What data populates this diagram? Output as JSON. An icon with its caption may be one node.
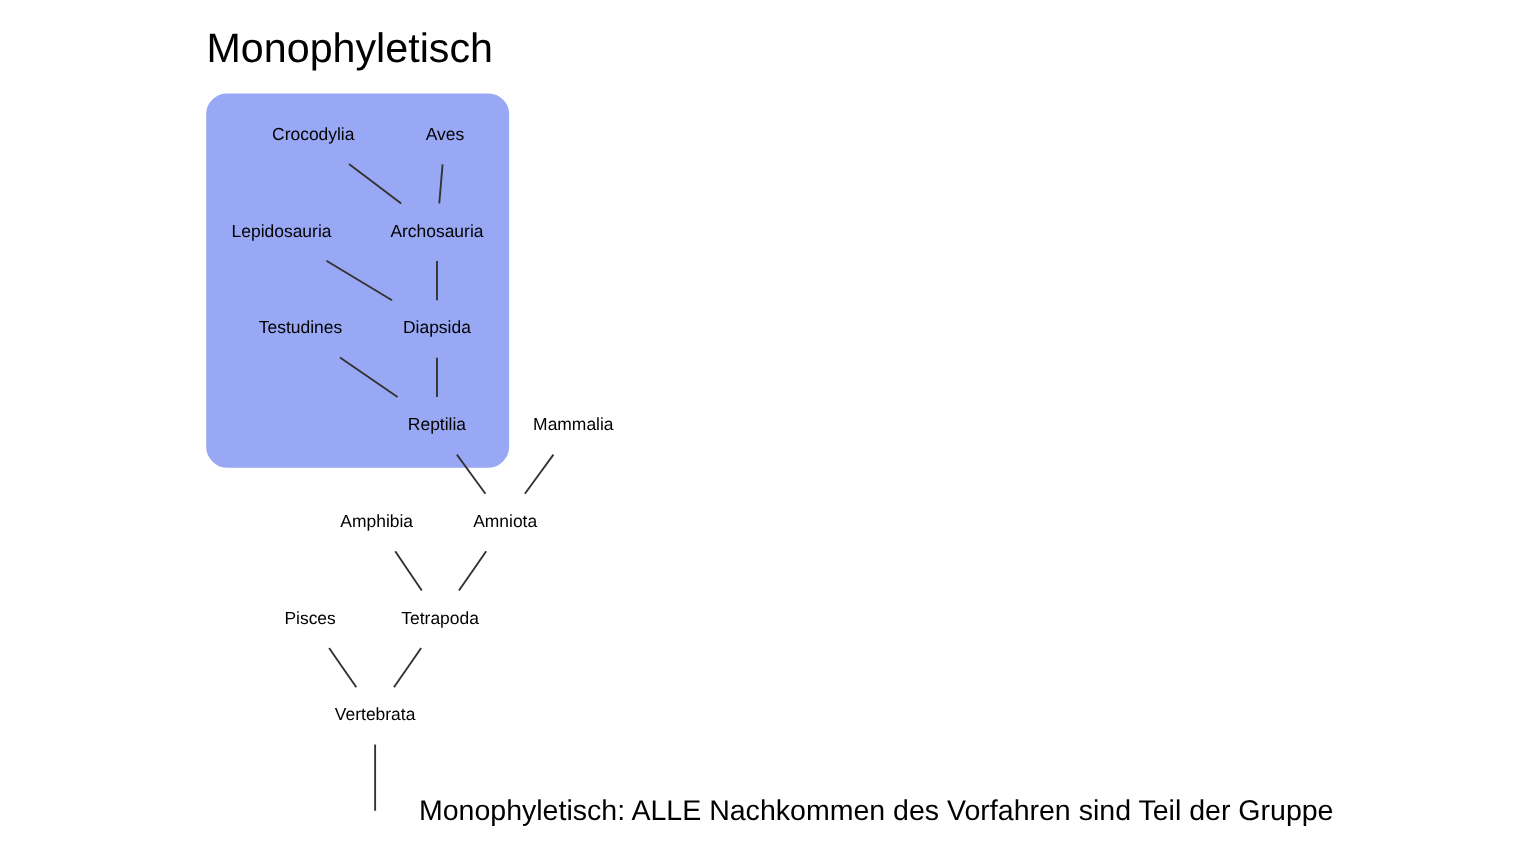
{
  "diagram": {
    "title": "Monophyletisch",
    "nodes": [
      {
        "text": [],
        "shape": "ellipse"
      },
      {
        "text": [
          "Pisces"
        ]
      },
      {
        "text": [
          "Amphibia"
        ]
      },
      {
        "text": [
          "Mammalia"
        ]
      },
      {
        "text": [
          "Testudines"
        ],
        "in": 0
      },
      {
        "text": [
          "Lepidosauria"
        ],
        "in": 0
      },
      {
        "text": [
          "Crocodylia"
        ],
        "in": 0
      },
      {
        "text": [
          "Aves"
        ],
        "in": 0
      },
      {
        "text": [
          "Archosauria"
        ],
        "in": 0
      },
      {
        "text": [
          "Diapsida"
        ],
        "in": 0
      },
      {
        "text": [
          "Reptilia"
        ],
        "in": 0
      },
      {
        "text": [
          "Amniota"
        ]
      },
      {
        "text": [
          "Tetrapoda"
        ]
      },
      {
        "text": [
          "Vertebrata"
        ]
      }
    ],
    "edges": [
      {
        "from": null,
        "to": 13,
        "arrow": "none"
      },
      {
        "from": 13,
        "to": 1,
        "arrow": "none"
      },
      {
        "from": 13,
        "to": 12,
        "arrow": "none"
      },
      {
        "from": 12,
        "to": 2,
        "arrow": "none"
      },
      {
        "from": 12,
        "to": 11,
        "arrow": "none"
      },
      {
        "from": 11,
        "to": 3,
        "arrow": "none"
      },
      {
        "from": 11,
        "to": 10,
        "arrow": "none"
      },
      {
        "from": 10,
        "to": 4,
        "arrow": "none"
      },
      {
        "from": 10,
        "to": 9,
        "arrow": "none"
      },
      {
        "from": 9,
        "to": 5,
        "arrow": "none"
      },
      {
        "from": 9,
        "to": 8,
        "arrow": "none"
      },
      {
        "from": 8,
        "to": 6,
        "arrow": "none"
      },
      {
        "from": 8,
        "to": 7,
        "arrow": "none"
      }
    ],
    "labels": [
      "Monophyletisch: ALLE Nachkommen des Vorfahren sind Teil der Gruppe"
    ]
  }
}
